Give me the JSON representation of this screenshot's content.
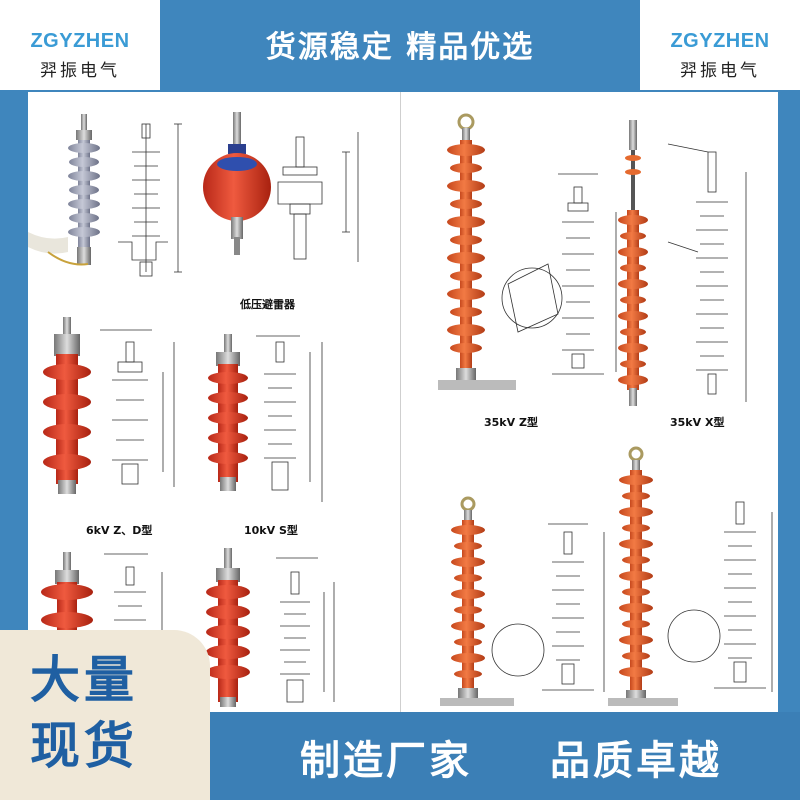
{
  "header": {
    "brand_en": "ZGYZHEN",
    "brand_cn": "羿振电气",
    "title": "货源稳定 精品优选"
  },
  "captions": {
    "low_voltage": "低压避雷器",
    "kv6": "6kV Z、D型",
    "kv10": "10kV S型",
    "kv35z": "35kV Z型",
    "kv35x": "35kV X型"
  },
  "promo": {
    "line1": "大量",
    "line2": "现货"
  },
  "taglines": {
    "left": "制造厂家",
    "right": "品质卓越"
  },
  "colors": {
    "header_blue": "#3f86bd",
    "brand_blue": "#3a9bd5",
    "arrester_red": "#e0452e",
    "arrester_orange": "#e8602c",
    "silicone_grey": "#9ea3b8",
    "promo_cream": "#f0e8d8",
    "promo_text": "#1f5fa2"
  },
  "icons": [
    "surge-arrester-grey",
    "surge-arrester-low-voltage",
    "surge-arrester-red",
    "surge-arrester-tall-orange",
    "technical-drawing"
  ]
}
